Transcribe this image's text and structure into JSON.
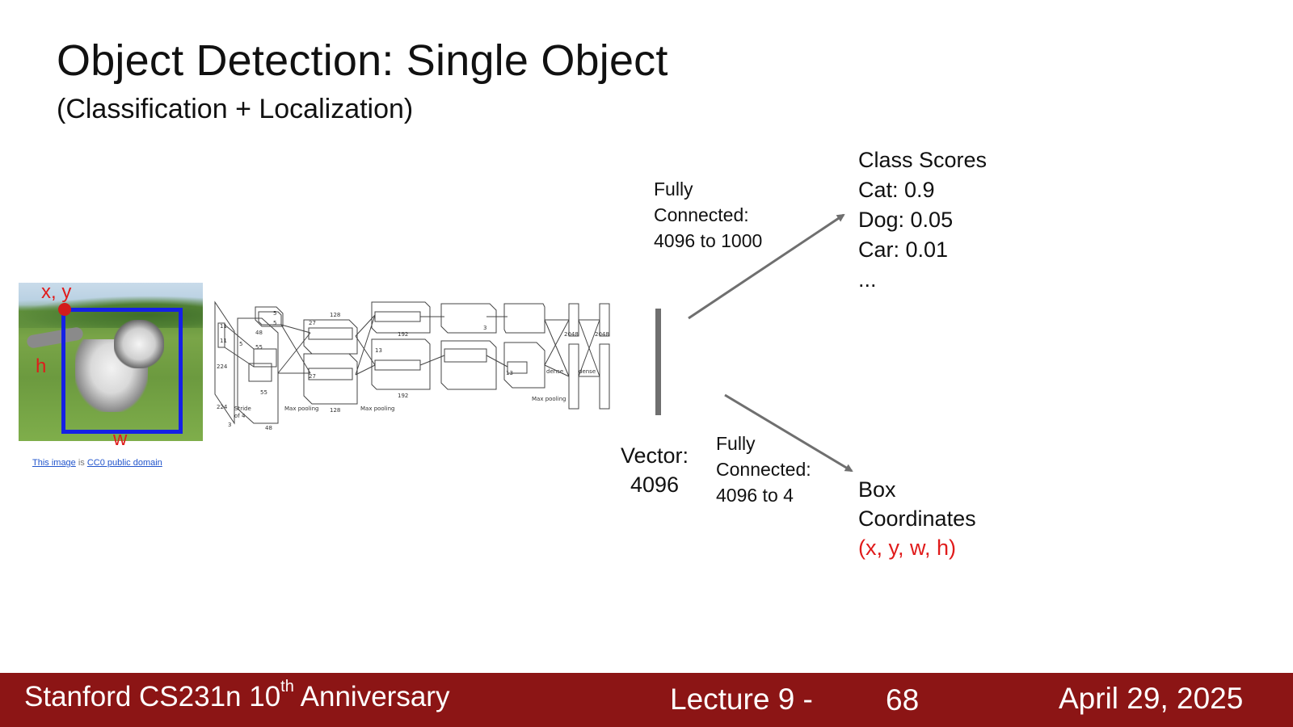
{
  "slide": {
    "title": "Object Detection: Single Object",
    "subtitle": "(Classification + Localization)"
  },
  "image": {
    "labels": {
      "xy": "x, y",
      "h": "h",
      "w": "w"
    },
    "credit": {
      "link1": "This image",
      "middle": " is ",
      "link2": "CC0 public domain"
    },
    "colors": {
      "box": "#1520e6",
      "label": "#e01b1b"
    }
  },
  "network": {
    "vector_label_line1": "Vector:",
    "vector_label_line2": "4096",
    "fc_top": {
      "line1": "Fully",
      "line2": "Connected:",
      "line3": "4096 to 1000"
    },
    "fc_bottom": {
      "line1": "Fully",
      "line2": "Connected:",
      "line3": "4096 to 4"
    },
    "alexnet_text": {
      "n224a": "224",
      "n224b": "224",
      "n11a": "11",
      "n11b": "11",
      "n5a": "5",
      "n5b": "5",
      "n3a": "3",
      "n3b": "3",
      "n55a": "55",
      "n55b": "55",
      "n48a": "48",
      "n48b": "48",
      "n27a": "27",
      "n27b": "27",
      "n128a": "128",
      "n128b": "128",
      "n13a": "13",
      "n13b": "13",
      "n192a": "192",
      "n192b": "192",
      "n2048a": "2048",
      "n2048b": "2048",
      "dense_a": "dense",
      "dense_b": "dense",
      "stride": "Stride",
      "of4": "of 4",
      "max_pooling": "Max pooling"
    }
  },
  "outputs": {
    "class_scores": {
      "header": "Class Scores",
      "items": [
        "Cat: 0.9",
        "Dog: 0.05",
        "Car: 0.01",
        "..."
      ]
    },
    "box": {
      "line1": "Box",
      "line2": "Coordinates",
      "line3": "(x, y, w, h)"
    }
  },
  "footer": {
    "course": "Stanford CS231n 10",
    "sup": "th",
    "course_suffix": " Anniversary",
    "lecture": "Lecture 9 -",
    "page": "68",
    "date": "April 29, 2025",
    "color": "#8c1515"
  }
}
